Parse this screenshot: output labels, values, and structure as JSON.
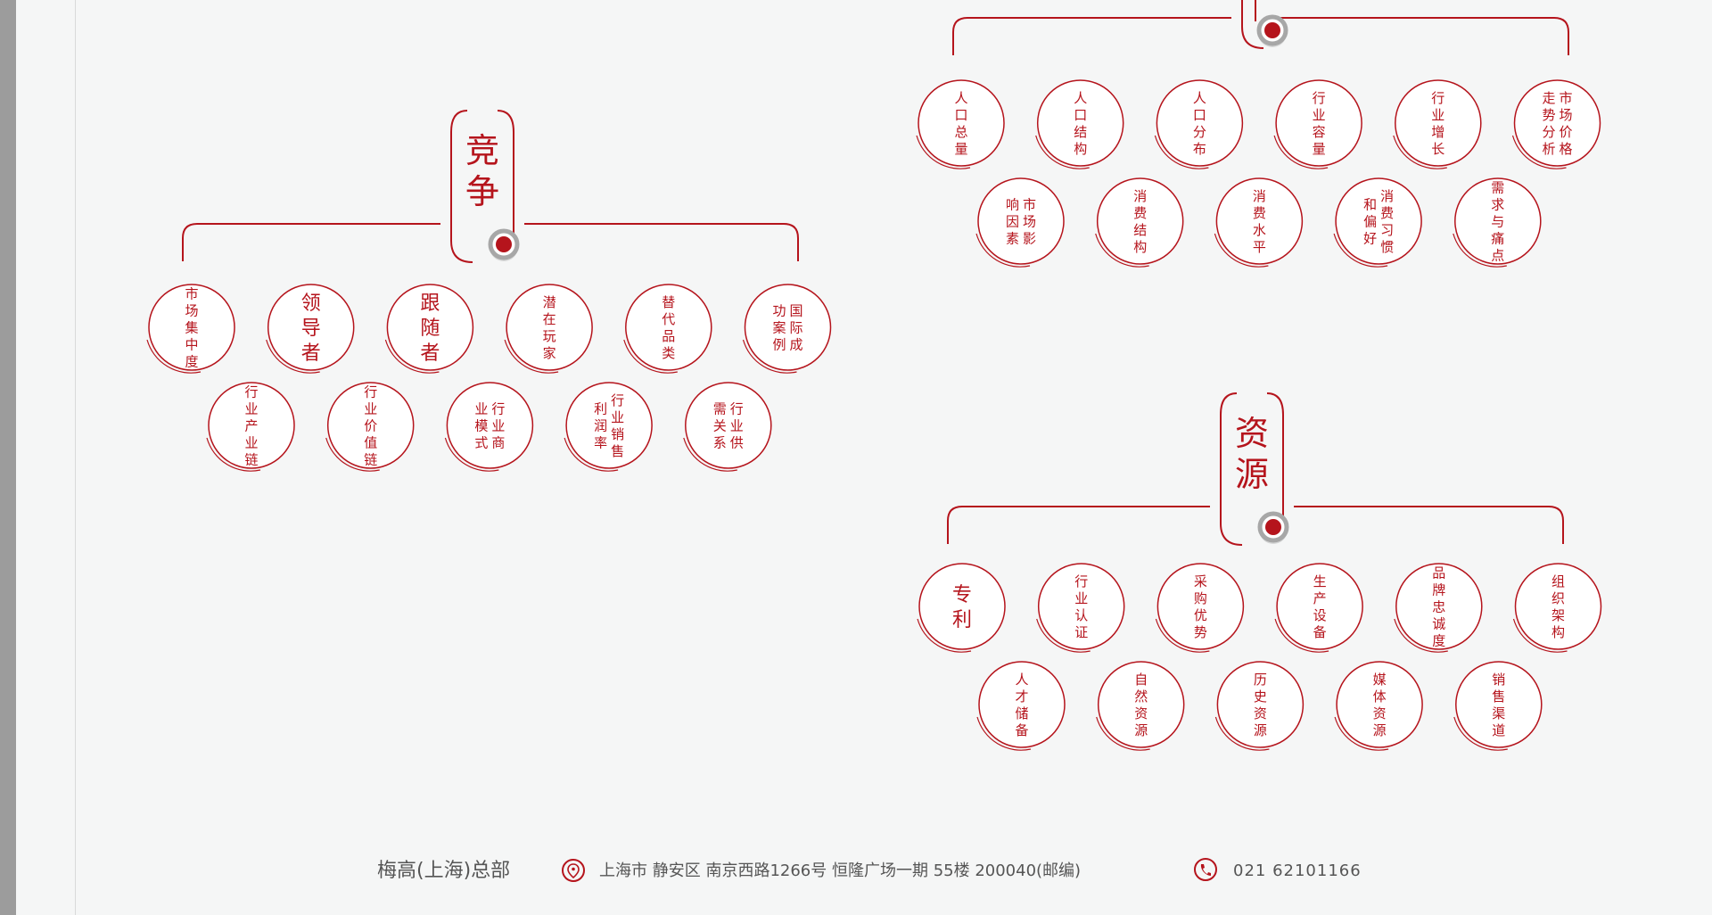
{
  "theme": {
    "red": "#b5141c",
    "grey": "#9b9b9b"
  },
  "sections": [
    {
      "id": "market",
      "title": "",
      "items": [
        "人口总量",
        "人口结构",
        "人口分布",
        "行业容量",
        "行业增长",
        "市场价格走势分析",
        "市场影响因素",
        "消费结构",
        "消费水平",
        "消费习惯和偏好",
        "需求与痛点"
      ]
    },
    {
      "id": "competition",
      "title": "竞争",
      "items": [
        "市场集中度",
        "领导者",
        "跟随者",
        "潜在玩家",
        "替代品类",
        "国际成功案例",
        "行业产业链",
        "行业价值链",
        "行业商业模式",
        "行业销售利润率",
        "行业供需关系"
      ]
    },
    {
      "id": "resources",
      "title": "资源",
      "items": [
        "专利",
        "行业认证",
        "采购优势",
        "生产设备",
        "品牌忠诚度",
        "组织架构",
        "人才储备",
        "自然资源",
        "历史资源",
        "媒体资源",
        "销售渠道"
      ]
    }
  ],
  "footer": {
    "company": "梅高(上海)总部",
    "address": "上海市 静安区 南京西路1266号 恒隆广场一期 55楼  200040(邮编)",
    "phone": "021 62101166",
    "location_icon": "location-pin-icon",
    "phone_icon": "phone-icon"
  }
}
